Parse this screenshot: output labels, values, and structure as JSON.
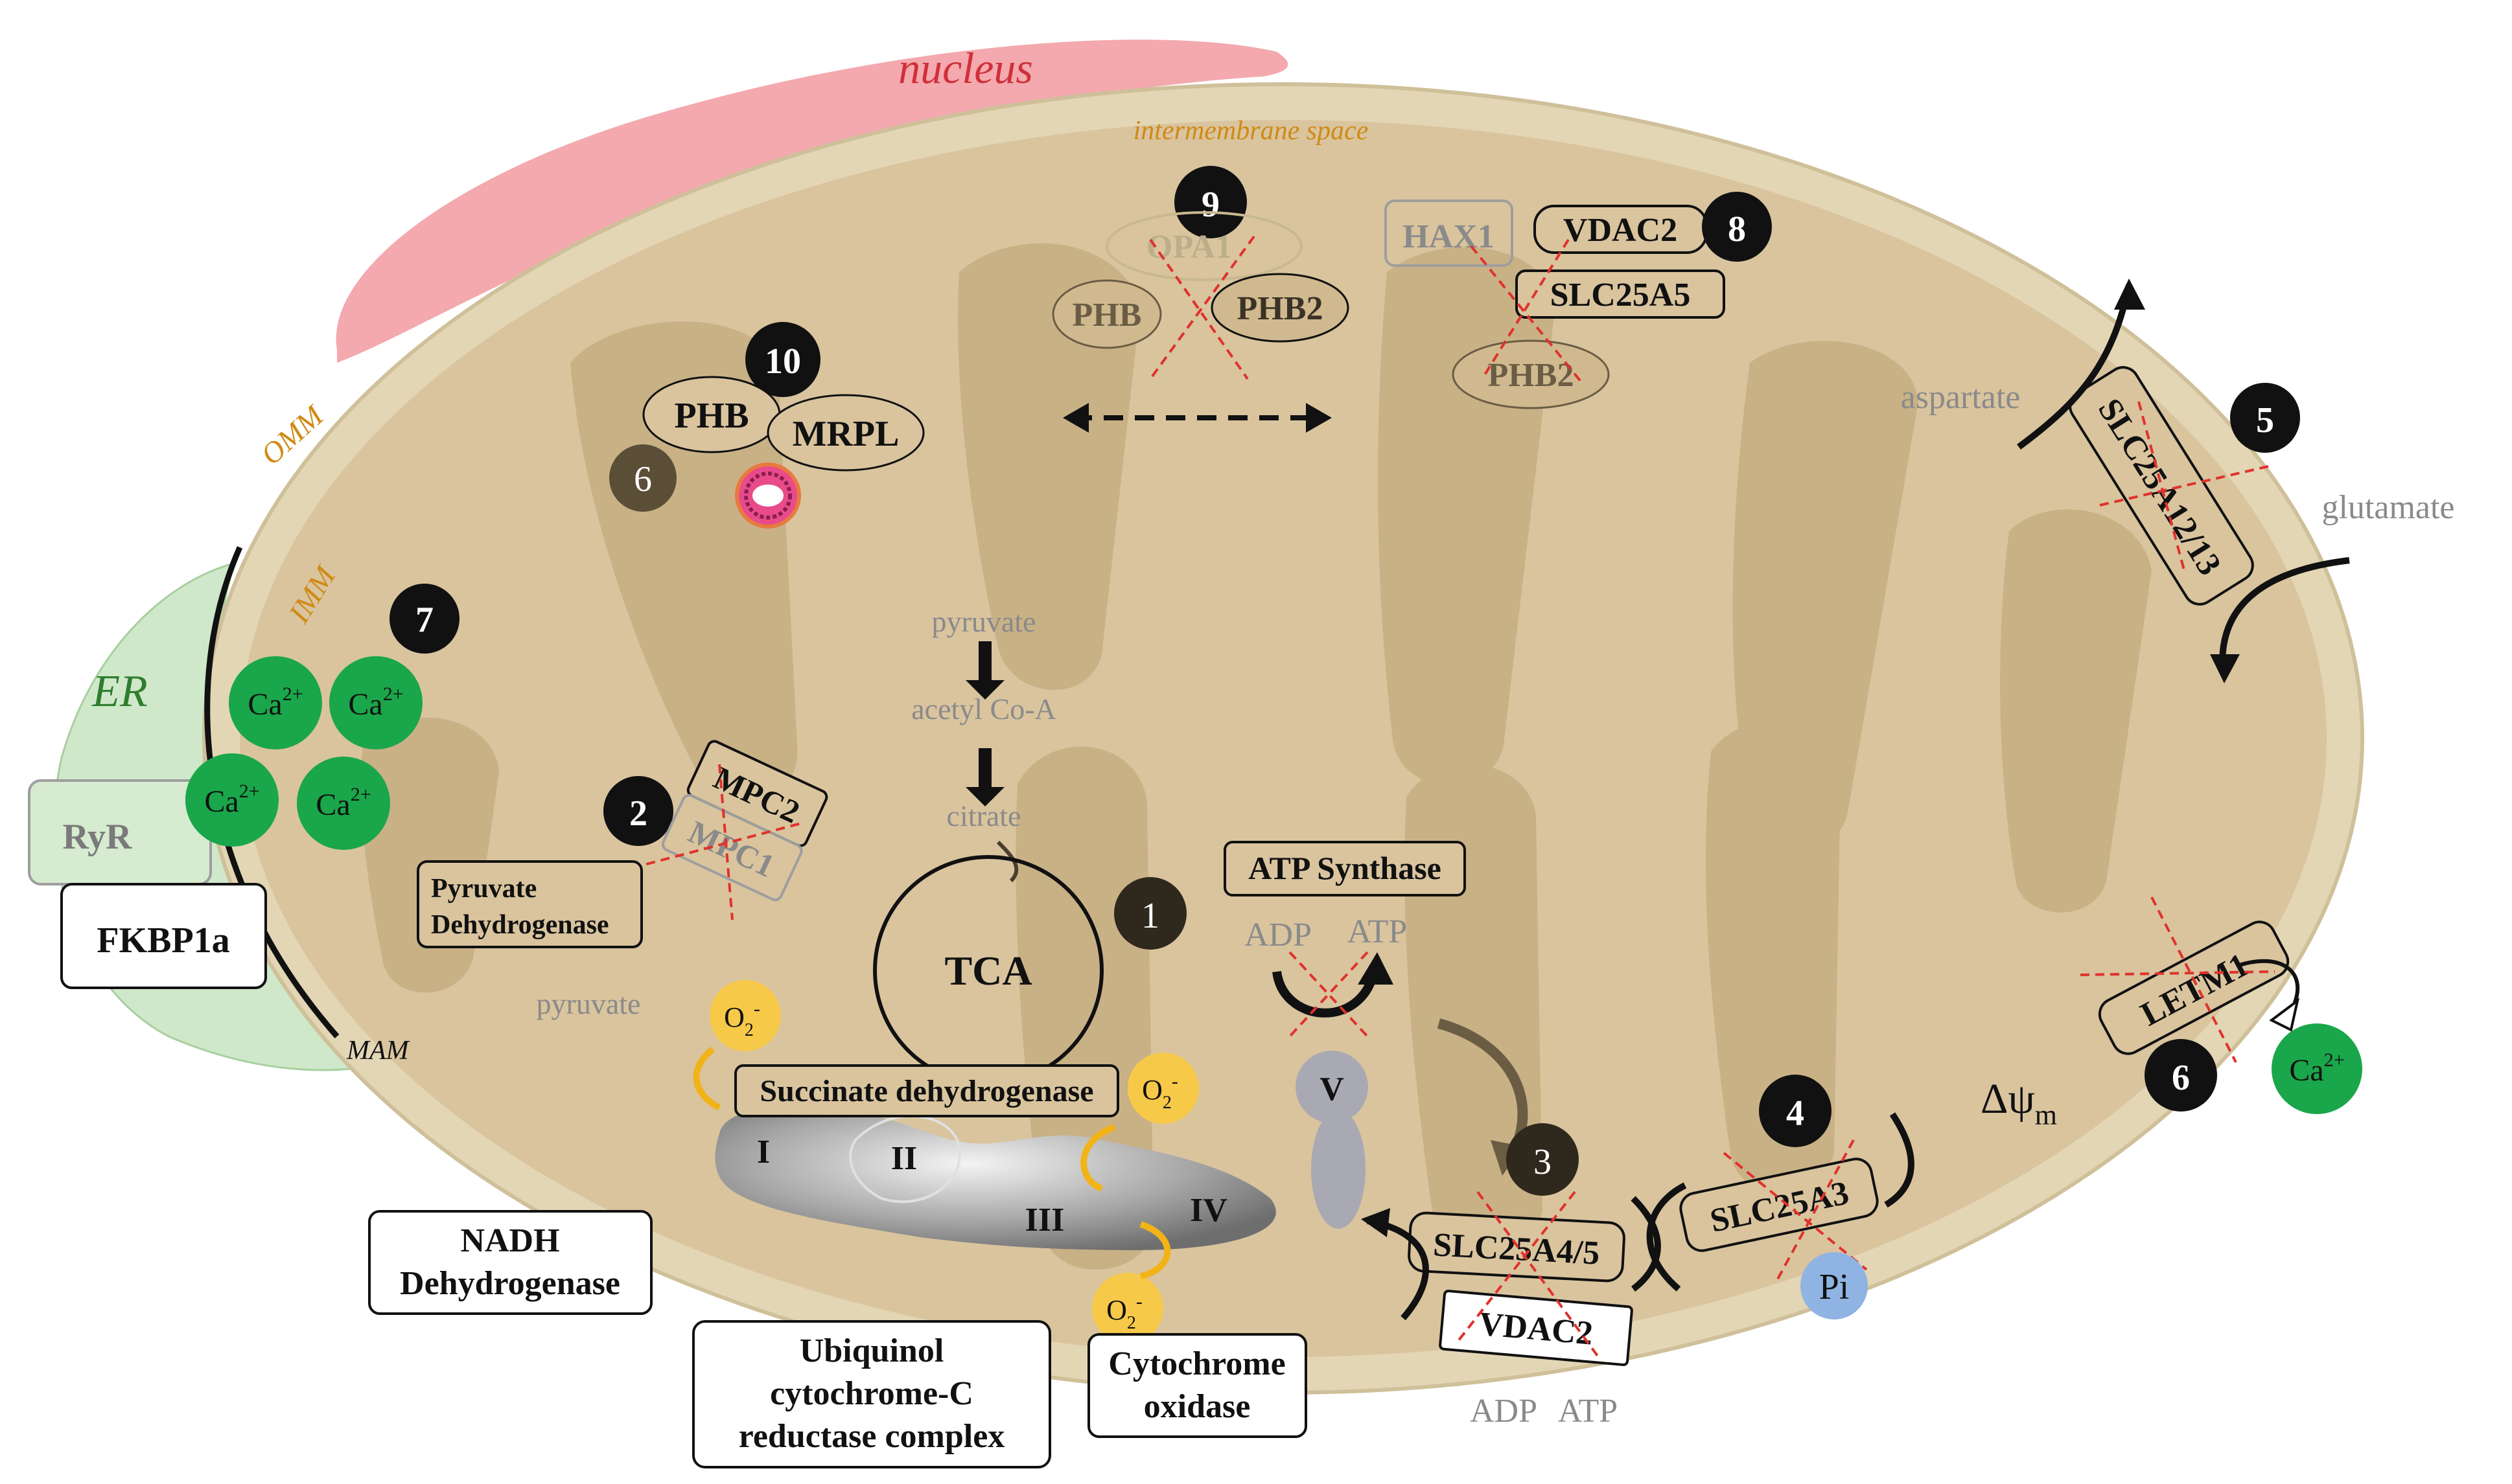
{
  "colors": {
    "outer_membrane": "#e3d6b5",
    "matrix": "#d9c49e",
    "cristae": "#c9b186",
    "nucleus": "#f3a9ae",
    "er": "#cfe8c9",
    "calcium": "#1aa64a",
    "superoxide": "#f7c948",
    "phosphate": "#8fb3e3",
    "marker": "#111111",
    "marker_brown": "#4a3f2c",
    "grey_text": "#8a8a8a",
    "orange_text": "#d08a16",
    "green_text": "#2f7d2f",
    "red_cross": "#e0322c",
    "nucleus_text": "#d0303a"
  },
  "compartments": {
    "nucleus": "nucleus",
    "intermembrane_space": "intermembrane space",
    "omm": "OMM",
    "imm": "IMM",
    "er": "ER",
    "mam": "MAM"
  },
  "markers": {
    "m1": "1",
    "m2": "2",
    "m3": "3",
    "m4": "4",
    "m5": "5",
    "m6a": "6",
    "m6b": "6",
    "m7": "7",
    "m8": "8",
    "m9": "9",
    "m10": "10"
  },
  "proteins": {
    "opa1": "OPA1",
    "phb_9": "PHB",
    "phb2_9": "PHB2",
    "hax1": "HAX1",
    "vdac2_8": "VDAC2",
    "slc25a5": "SLC25A5",
    "phb2_8": "PHB2",
    "phb_10": "PHB",
    "mrpl": "MRPL",
    "ryr": "RyR",
    "fkbp1a": "FKBP1a",
    "mpc2": "MPC2",
    "mpc1": "MPC1",
    "pyruvate_dehydrogenase": "Pyruvate Dehydrogenase",
    "tca": "TCA",
    "atp_synthase": "ATP Synthase",
    "succinate_dehydrogenase": "Succinate dehydrogenase",
    "slc25a12_13": "SLC25A12/13",
    "letm1": "LETM1",
    "slc25a4_5": "SLC25A4/5",
    "vdac2_3": "VDAC2",
    "slc25a3": "SLC25A3"
  },
  "complexes": {
    "i": "I",
    "ii": "II",
    "iii": "III",
    "iv": "IV",
    "v": "V"
  },
  "metabolites": {
    "pyruvate_top": "pyruvate",
    "acetyl_coa": "acetyl Co-A",
    "citrate": "citrate",
    "pyruvate_left": "pyruvate",
    "aspartate": "aspartate",
    "glutamate": "glutamate",
    "adp_top": "ADP",
    "atp_top": "ATP",
    "adp_bottom": "ADP",
    "atp_bottom": "ATP",
    "pi": "Pi",
    "delta_psi": "Δψ",
    "delta_psi_sub": "m"
  },
  "ions": {
    "ca_base": "Ca",
    "ca_charge": "2+",
    "o2_base": "O",
    "o2_sub": "2",
    "o2_charge": "-"
  },
  "boxes": {
    "nadh_line1": "NADH",
    "nadh_line2": "Dehydrogenase",
    "ubiquinol_line1": "Ubiquinol",
    "ubiquinol_line2": "cytochrome-C",
    "ubiquinol_line3": "reductase complex",
    "cytochrome_line1": "Cytochrome",
    "cytochrome_line2": "oxidase"
  }
}
